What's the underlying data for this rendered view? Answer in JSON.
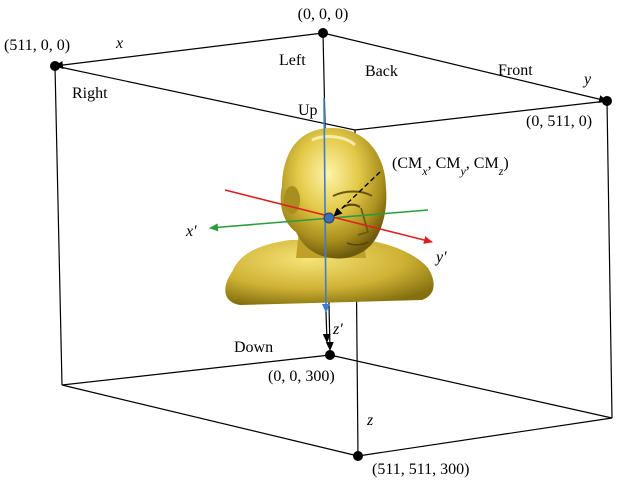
{
  "vertices": {
    "origin": "(0, 0, 0)",
    "x_max": "(511, 0, 0)",
    "y_max": "(0, 511, 0)",
    "z_max": "(0, 0, 300)",
    "far_corner": "(511, 511, 300)"
  },
  "axes": {
    "x": "x",
    "y": "y",
    "z": "z",
    "x_prime": "x′",
    "y_prime": "y′",
    "z_prime": "z′"
  },
  "faces": {
    "left": "Left",
    "back": "Back",
    "front": "Front",
    "right": "Right",
    "up": "Up",
    "down": "Down"
  },
  "center_of_mass": {
    "open": "(",
    "cm1": "CM",
    "s1": "x",
    "sep1": ", ",
    "cm2": "CM",
    "s2": "y",
    "sep2": ", ",
    "cm3": "CM",
    "s3": "z",
    "close": ")"
  },
  "colors": {
    "x_prime_axis": "#2a9d3a",
    "y_prime_axis": "#e02020",
    "z_prime_axis": "#3a7fd0",
    "vertex": "#000000",
    "head": "#d8c23a"
  },
  "icons": {
    "head_model": "3d-head-model-icon"
  }
}
